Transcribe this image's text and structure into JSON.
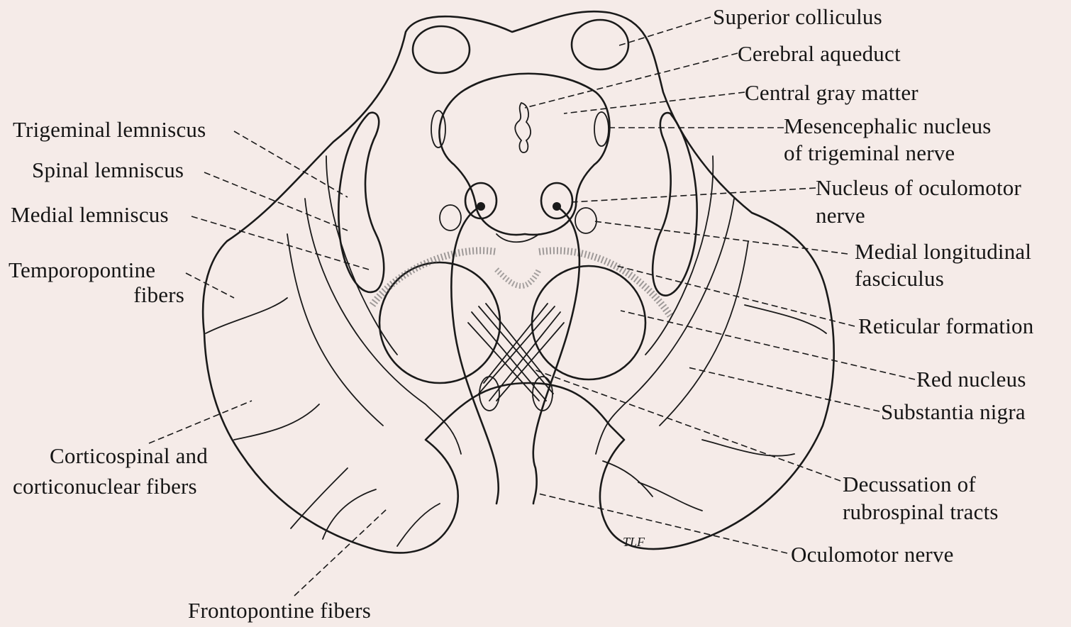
{
  "labels": {
    "superior_colliculus": "Superior colliculus",
    "cerebral_aqueduct": "Cerebral aqueduct",
    "central_gray_matter": "Central gray matter",
    "mesencephalic_nucleus_1": "Mesencephalic nucleus",
    "mesencephalic_nucleus_2": "of trigeminal nerve",
    "trigeminal_lemniscus": "Trigeminal lemniscus",
    "spinal_lemniscus": "Spinal lemniscus",
    "medial_lemniscus": "Medial lemniscus",
    "nucleus_oculomotor_1": "Nucleus of oculomotor",
    "nucleus_oculomotor_2": "nerve",
    "temporopontine_1": "Temporopontine",
    "temporopontine_2": "fibers",
    "mlf_1": "Medial longitudinal",
    "mlf_2": "fasciculus",
    "reticular_formation": "Reticular formation",
    "red_nucleus": "Red nucleus",
    "substantia_nigra": "Substantia nigra",
    "corticospinal_1": "Corticospinal and",
    "corticospinal_2": "corticonuclear fibers",
    "decussation_1": "Decussation of",
    "decussation_2": "rubrospinal tracts",
    "oculomotor_nerve": "Oculomotor nerve",
    "frontopontine": "Frontopontine fibers"
  },
  "signature": "TLF",
  "colors": {
    "background": "#f5ebe8",
    "ink": "#1a1a1a"
  }
}
